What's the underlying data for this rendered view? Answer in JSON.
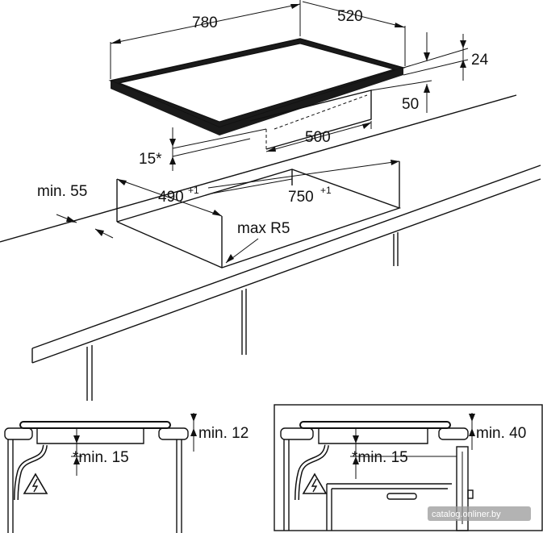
{
  "top_view": {
    "hob_width": "780",
    "hob_depth": "520",
    "hob_top_height": "24",
    "hob_total_height": "50",
    "underside_width": "500",
    "gap_below": "15*"
  },
  "cutout": {
    "front_min": "min. 55",
    "depth": "490",
    "depth_tol": "+1",
    "width": "750",
    "width_tol": "+1",
    "radius": "max R5"
  },
  "detail_left": {
    "top_clearance": "min. 12",
    "bottom_clearance": "*min. 15",
    "warning_icon": "electric-warning-icon"
  },
  "detail_right": {
    "top_clearance": "min. 40",
    "bottom_clearance": "*min. 15",
    "warning_icon": "electric-warning-icon"
  },
  "watermark": "catalog.onliner.by",
  "colors": {
    "line": "#111111",
    "background": "#ffffff",
    "hob_top": "#1a1a1a"
  }
}
